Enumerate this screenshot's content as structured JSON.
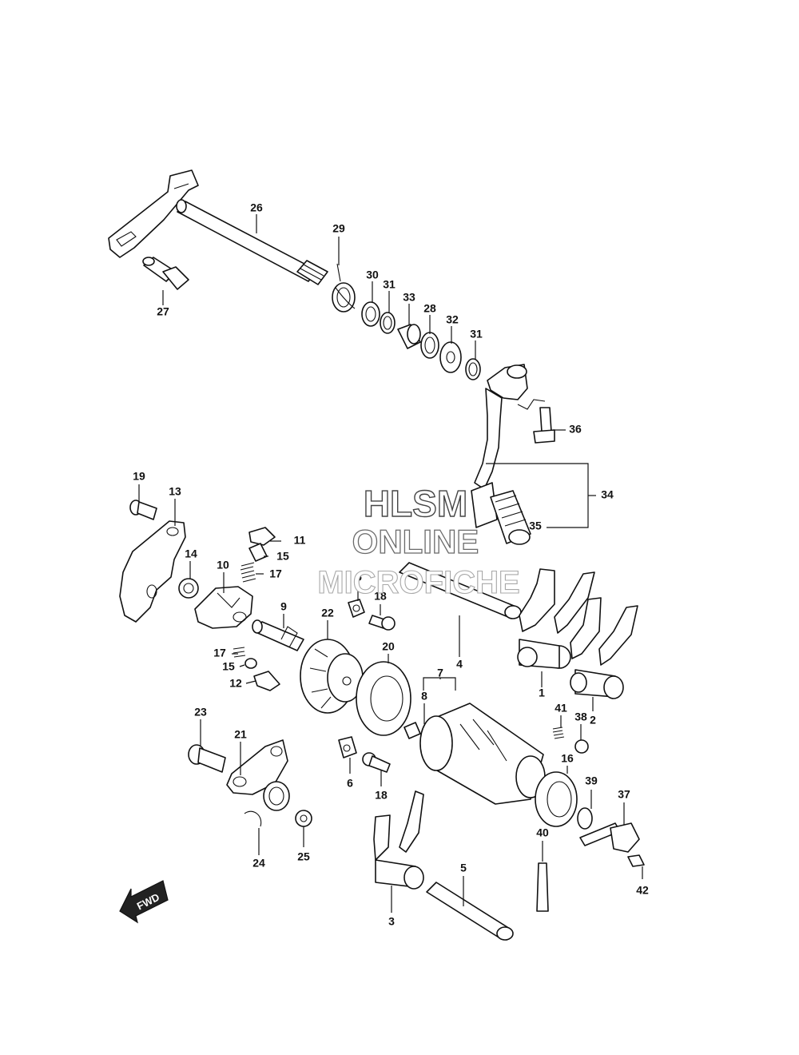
{
  "watermark": {
    "line1": "HLSM",
    "line2": "ONLINE",
    "line3": "MICROFICHE"
  },
  "direction_badge": "FWD",
  "callouts": [
    "26",
    "29",
    "30",
    "31",
    "33",
    "28",
    "32",
    "31",
    "27",
    "36",
    "34",
    "35",
    "19",
    "13",
    "14",
    "10",
    "11",
    "15",
    "17",
    "6",
    "18",
    "9",
    "22",
    "4",
    "17",
    "15",
    "12",
    "20",
    "7",
    "8",
    "1",
    "2",
    "41",
    "38",
    "23",
    "21",
    "6",
    "16",
    "18",
    "39",
    "37",
    "40",
    "24",
    "25",
    "3",
    "5",
    "42"
  ]
}
